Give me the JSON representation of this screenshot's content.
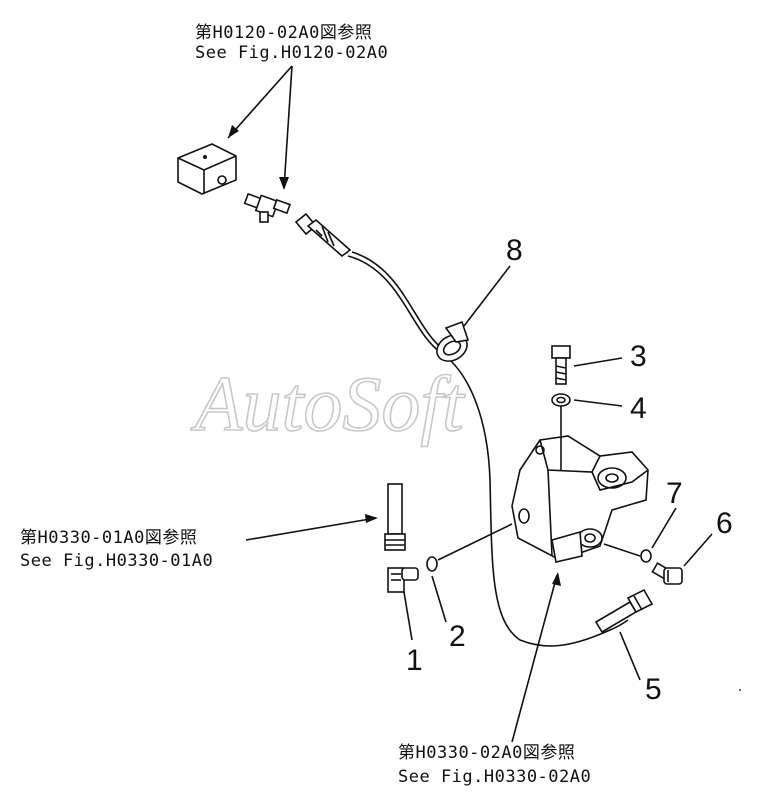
{
  "references": {
    "top": {
      "jp": "第H0120-02A0図参照",
      "en": "See Fig.H0120-02A0"
    },
    "left": {
      "jp": "第H0330-01A0図参照",
      "en": "See Fig.H0330-01A0"
    },
    "bottom": {
      "jp": "第H0330-02A0図参照",
      "en": "See Fig.H0330-02A0"
    }
  },
  "callouts": [
    "1",
    "2",
    "3",
    "4",
    "5",
    "6",
    "7",
    "8"
  ],
  "watermark": "AutoSoft",
  "colors": {
    "line": "#111111",
    "background": "#ffffff",
    "watermark": "#c8c8c8"
  }
}
